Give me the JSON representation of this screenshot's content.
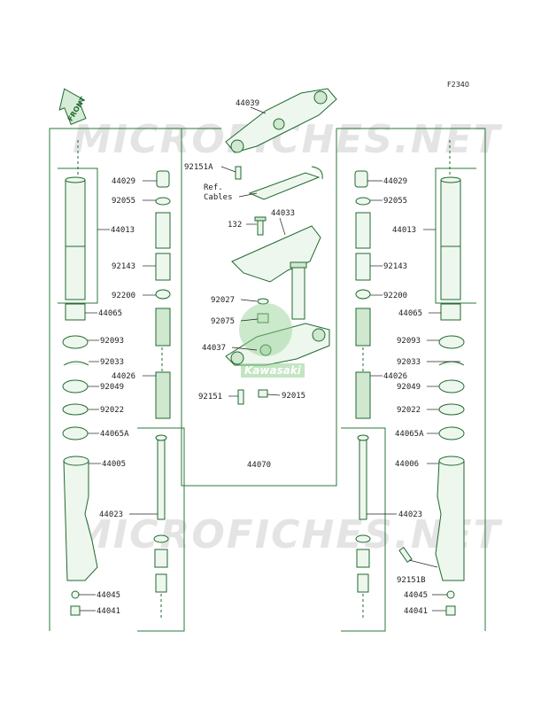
{
  "diagram_code": "F2340",
  "front_label": "FRONT",
  "watermark_text": "MICROFICHES.NET",
  "stamp_text": "Kawasaki",
  "ref_label_line1": "Ref.",
  "ref_label_line2": "Cables",
  "labels_center": {
    "p44039": "44039",
    "p92151A": "92151A",
    "p44033": "44033",
    "p132": "132",
    "p92027": "92027",
    "p92075": "92075",
    "p44037": "44037",
    "p92151": "92151",
    "p92015": "92015",
    "p44070": "44070"
  },
  "labels_left": {
    "p44029": "44029",
    "p92055": "92055",
    "p44013": "44013",
    "p92143": "92143",
    "p92200": "92200",
    "p44065": "44065",
    "p92093": "92093",
    "p92033": "92033",
    "p44026": "44026",
    "p92049": "92049",
    "p92022": "92022",
    "p44065A": "44065A",
    "p44005": "44005",
    "p44023": "44023",
    "p44045": "44045",
    "p44041": "44041"
  },
  "labels_right": {
    "p44029": "44029",
    "p92055": "92055",
    "p44013": "44013",
    "p92143": "92143",
    "p92200": "92200",
    "p44065": "44065",
    "p92093": "92093",
    "p92033": "92033",
    "p44026": "44026",
    "p92049": "92049",
    "p92022": "92022",
    "p44065A": "44065A",
    "p44006": "44006",
    "p44023": "44023",
    "p92151B": "92151B",
    "p44045": "44045",
    "p44041": "44041"
  },
  "colors": {
    "line": "#1f6a2f",
    "fill_light": "#eef7ee",
    "fill_dark": "#cfe8cf",
    "text": "#1e1e1e",
    "watermark": "#e4e4e4"
  }
}
